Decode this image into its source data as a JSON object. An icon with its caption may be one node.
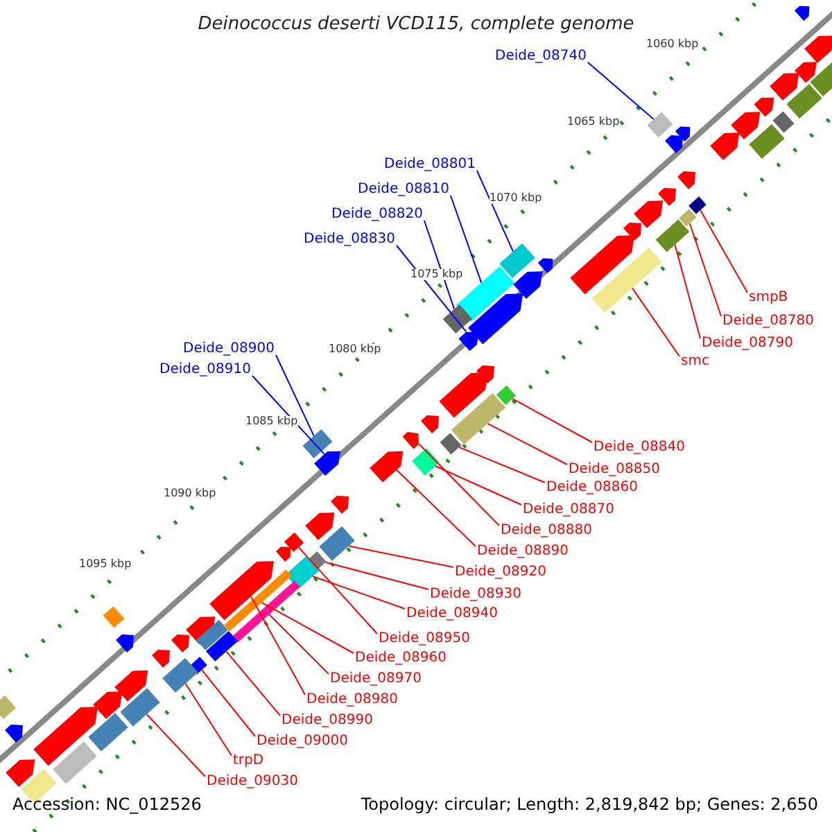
{
  "diagram": {
    "title": "Deinococcus deserti VCD115, complete genome",
    "nodes": [
      {
        "text": [
          "Deide_08740"
        ]
      },
      {
        "text": [],
        "shape": "bar"
      },
      {
        "text": [
          "Deide_08801"
        ]
      },
      {
        "text": [],
        "shape": "bar"
      },
      {
        "text": [
          "Deide_08810"
        ]
      },
      {
        "text": [],
        "shape": "bar"
      },
      {
        "text": [
          "Deide_08820"
        ]
      },
      {
        "text": [],
        "shape": "bar"
      },
      {
        "text": [
          "Deide_08830"
        ]
      },
      {
        "text": [],
        "shape": "bar"
      },
      {
        "text": [
          "Deide_08900"
        ]
      },
      {
        "text": [],
        "shape": "bar"
      },
      {
        "text": [
          "Deide_08910"
        ]
      },
      {
        "text": [],
        "shape": "bar"
      },
      {
        "text": [
          "smpB"
        ]
      },
      {
        "text": [],
        "shape": "bar"
      },
      {
        "text": [
          "Deide_08780"
        ]
      },
      {
        "text": [],
        "shape": "bar"
      },
      {
        "text": [
          "Deide_08790"
        ]
      },
      {
        "text": [],
        "shape": "bar"
      },
      {
        "text": [
          "smc"
        ]
      },
      {
        "text": [],
        "shape": "bar"
      },
      {
        "text": [
          "Deide_08840"
        ]
      },
      {
        "text": [],
        "shape": "bar"
      },
      {
        "text": [
          "Deide_08850"
        ]
      },
      {
        "text": [],
        "shape": "bar"
      },
      {
        "text": [
          "Deide_08860"
        ]
      },
      {
        "text": [],
        "shape": "bar"
      },
      {
        "text": [
          "Deide_08870"
        ]
      },
      {
        "text": [],
        "shape": "bar"
      },
      {
        "text": [
          "Deide_08880"
        ]
      },
      {
        "text": [],
        "shape": "bar"
      },
      {
        "text": [
          "Deide_08890"
        ]
      },
      {
        "text": [],
        "shape": "bar"
      },
      {
        "text": [
          "Deide_08920"
        ]
      },
      {
        "text": [],
        "shape": "bar"
      },
      {
        "text": [
          "Deide_08930"
        ]
      },
      {
        "text": [],
        "shape": "bar"
      },
      {
        "text": [
          "Deide_08940"
        ]
      },
      {
        "text": [],
        "shape": "bar"
      },
      {
        "text": [
          "Deide_08950"
        ]
      },
      {
        "text": [],
        "shape": "bar"
      },
      {
        "text": [
          "Deide_08960"
        ]
      },
      {
        "text": [],
        "shape": "bar"
      },
      {
        "text": [
          "Deide_08970"
        ]
      },
      {
        "text": [],
        "shape": "bar"
      },
      {
        "text": [
          "Deide_08980"
        ]
      },
      {
        "text": [],
        "shape": "bar"
      },
      {
        "text": [
          "Deide_08990"
        ]
      },
      {
        "text": [],
        "shape": "bar"
      },
      {
        "text": [
          "Deide_09000"
        ]
      },
      {
        "text": [],
        "shape": "bar"
      },
      {
        "text": [
          "trpD"
        ]
      },
      {
        "text": [],
        "shape": "bar"
      },
      {
        "text": [
          "Deide_09030"
        ]
      },
      {
        "text": [],
        "shape": "bar"
      },
      {
        "text": [],
        "shape": "bar"
      },
      {
        "text": [],
        "shape": "bar"
      },
      {
        "text": [],
        "shape": "bar"
      },
      {
        "text": [],
        "shape": "bar"
      },
      {
        "text": [],
        "shape": "bar"
      },
      {
        "text": [],
        "shape": "bar"
      },
      {
        "text": [],
        "shape": "bar"
      },
      {
        "text": [],
        "shape": "bar"
      },
      {
        "text": [],
        "shape": "bar"
      },
      {
        "text": [],
        "shape": "bar"
      },
      {
        "text": [],
        "shape": "bar"
      },
      {
        "text": [],
        "shape": "bar"
      },
      {
        "text": [],
        "shape": "bar"
      },
      {
        "text": [],
        "shape": "bar"
      },
      {
        "text": [],
        "shape": "bar"
      },
      {
        "text": [],
        "shape": "bar"
      },
      {
        "text": [],
        "shape": "bar"
      },
      {
        "text": [],
        "shape": "bar"
      },
      {
        "text": [],
        "shape": "bar"
      },
      {
        "text": [],
        "shape": "bar"
      },
      {
        "text": [],
        "shape": "bar"
      },
      {
        "text": [],
        "shape": "bar"
      },
      {
        "text": [],
        "shape": "bar"
      },
      {
        "text": [],
        "shape": "bar"
      },
      {
        "text": [],
        "shape": "bar"
      },
      {
        "text": [],
        "shape": "bar"
      },
      {
        "text": [],
        "shape": "bar"
      },
      {
        "text": [],
        "shape": "bar"
      },
      {
        "text": [],
        "shape": "bar"
      },
      {
        "text": [],
        "shape": "bar"
      },
      {
        "text": [],
        "shape": "bar"
      },
      {
        "text": [],
        "shape": "bar"
      },
      {
        "text": [],
        "shape": "bar"
      },
      {
        "text": [],
        "shape": "bar"
      },
      {
        "text": [],
        "shape": "bar"
      },
      {
        "text": [],
        "shape": "bar"
      },
      {
        "text": [],
        "shape": "bar"
      },
      {
        "text": [],
        "shape": "bar"
      },
      {
        "text": [],
        "shape": "bar"
      },
      {
        "text": [],
        "shape": "bar"
      },
      {
        "text": [],
        "shape": "bar"
      },
      {
        "text": [],
        "shape": "bar"
      }
    ],
    "edges": [
      {
        "from": 0,
        "to": 1,
        "arrow": "none",
        "color": "#0000ff"
      },
      {
        "from": 2,
        "to": 3,
        "arrow": "none",
        "color": "#0000ff"
      },
      {
        "from": 4,
        "to": 5,
        "arrow": "none",
        "color": "#0000ff"
      },
      {
        "from": 6,
        "to": 7,
        "arrow": "none",
        "color": "#0000ff"
      },
      {
        "from": 8,
        "to": 9,
        "arrow": "none",
        "color": "#0000ff"
      },
      {
        "from": 10,
        "to": 11,
        "arrow": "none",
        "color": "#0000ff"
      },
      {
        "from": 12,
        "to": 13,
        "arrow": "none",
        "color": "#0000ff"
      },
      {
        "from": 14,
        "to": 15,
        "arrow": "none",
        "color": "#ff0000"
      },
      {
        "from": 16,
        "to": 17,
        "arrow": "none",
        "color": "#ff0000"
      },
      {
        "from": 18,
        "to": 19,
        "arrow": "none",
        "color": "#ff0000"
      },
      {
        "from": 20,
        "to": 21,
        "arrow": "none",
        "color": "#ff0000"
      },
      {
        "from": 22,
        "to": 23,
        "arrow": "none",
        "color": "#ff0000"
      },
      {
        "from": 24,
        "to": 25,
        "arrow": "none",
        "color": "#ff0000"
      },
      {
        "from": 26,
        "to": 27,
        "arrow": "none",
        "color": "#ff0000"
      },
      {
        "from": 28,
        "to": 29,
        "arrow": "none",
        "color": "#ff0000"
      },
      {
        "from": 30,
        "to": 31,
        "arrow": "none",
        "color": "#ff0000"
      },
      {
        "from": 32,
        "to": 33,
        "arrow": "none",
        "color": "#ff0000"
      },
      {
        "from": 34,
        "to": 35,
        "arrow": "none",
        "color": "#ff0000"
      },
      {
        "from": 36,
        "to": 37,
        "arrow": "none",
        "color": "#ff0000"
      },
      {
        "from": 38,
        "to": 39,
        "arrow": "none",
        "color": "#ff0000"
      },
      {
        "from": 40,
        "to": 41,
        "arrow": "none",
        "color": "#ff0000"
      },
      {
        "from": 42,
        "to": 43,
        "arrow": "none",
        "color": "#ff0000"
      },
      {
        "from": 44,
        "to": 45,
        "arrow": "none",
        "color": "#ff0000"
      },
      {
        "from": 46,
        "to": 47,
        "arrow": "none",
        "color": "#ff0000"
      },
      {
        "from": 48,
        "to": 49,
        "arrow": "none",
        "color": "#ff0000"
      },
      {
        "from": 50,
        "to": 51,
        "arrow": "none",
        "color": "#ff0000"
      },
      {
        "from": 52,
        "to": 53,
        "arrow": "none",
        "color": "#ff0000"
      },
      {
        "from": 54,
        "to": 55,
        "arrow": "none",
        "color": "#ff0000"
      }
    ],
    "labels": [
      "1060 kbp",
      "1065 kbp",
      "1070 kbp",
      "1075 kbp",
      "1080 kbp",
      "1085 kbp",
      "1090 kbp",
      "1095 kbp",
      "Accession: NC_012526",
      "Topology: circular; Length: 2,819,842 bp; Genes: 2,650"
    ]
  }
}
